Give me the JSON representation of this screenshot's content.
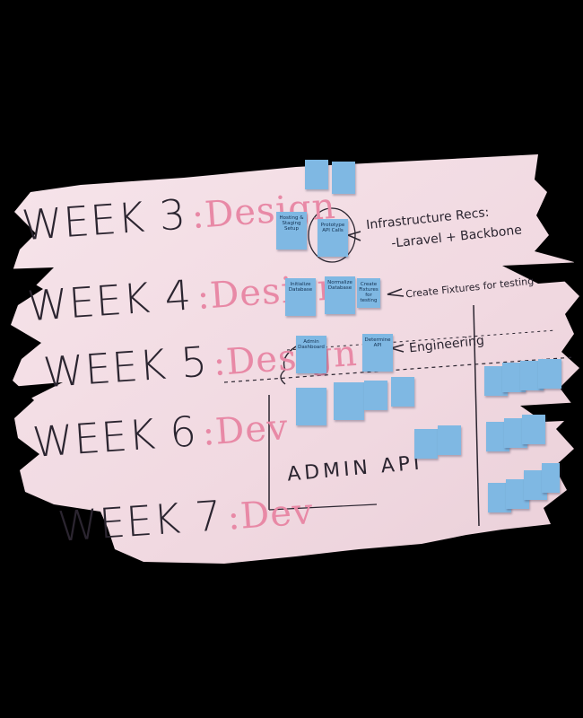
{
  "weeks": [
    {
      "label": "WEEK 3",
      "phase": ":Design"
    },
    {
      "label": "WEEK 4",
      "phase": ":Design"
    },
    {
      "label": "WEEK 5",
      "phase": ":Design"
    },
    {
      "label": "WEEK 6",
      "phase": ":Dev"
    },
    {
      "label": "WEEK 7",
      "phase": ":Dev"
    }
  ],
  "annotations": {
    "infra_line1": "Infrastructure Recs:",
    "infra_line2": "-Laravel + Backbone",
    "fixtures": "Create Fixtures for testing",
    "engineering": "Engineering",
    "admin_api": "ADMIN API"
  },
  "notes": {
    "week3_a": "Hosting & Staging Setup",
    "week3_b": "Prototype API Calls",
    "week4_a": "Initialize Database",
    "week4_b": "Normalize Database",
    "week4_c": "Create Fixtures for testing",
    "week5_a": "Admin Dashboard",
    "week5_b": "Determine API",
    "week6_a": "",
    "week6_b": "",
    "week6_c": "",
    "week6_d": "",
    "week6_e": "",
    "week6_f": ""
  },
  "colors": {
    "board": "#f3dde4",
    "ink": "#2b2530",
    "pink_ink": "#e889a6",
    "sticky": "#7fb8e3",
    "background": "#000000"
  }
}
